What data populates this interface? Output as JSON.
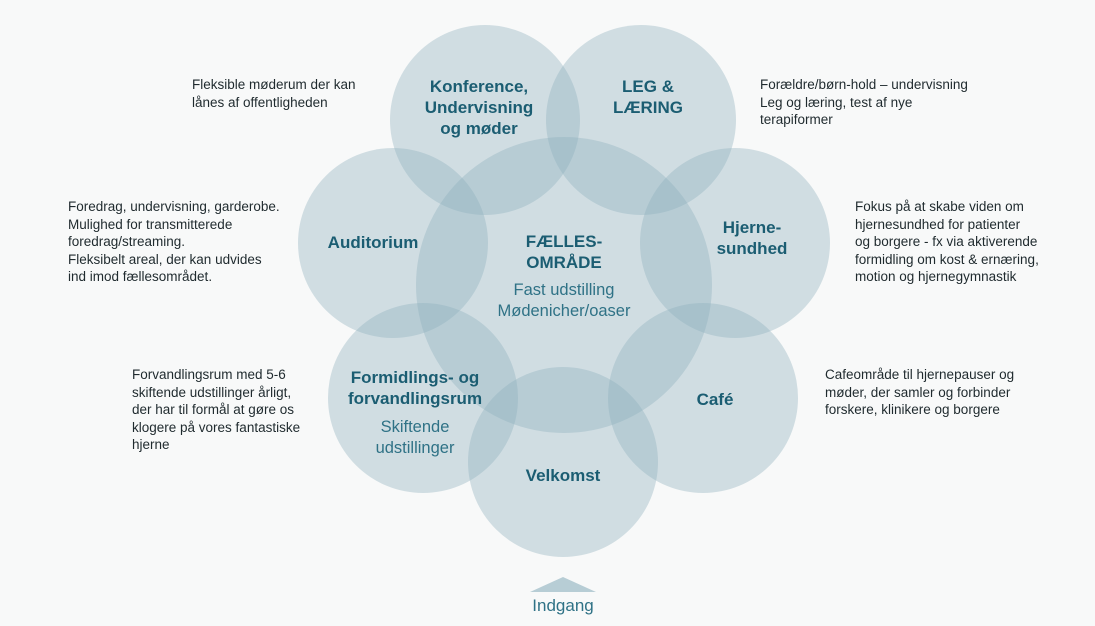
{
  "colors": {
    "circle_fill": "#8fb0bd",
    "label_dark": "#1b5d72",
    "label_light": "#2f7286",
    "note_text": "#1f2a2e"
  },
  "center": {
    "title": "FÆLLES-\nOMRÅDE",
    "subtitle": "Fast udstilling\nMødenicher/oaser"
  },
  "petals": {
    "konference": "Konference,\nUndervisning\nog møder",
    "leg": "LEG &\nLÆRING",
    "hjerne": "Hjerne-\nsundhed",
    "cafe": "Café",
    "velkomst": "Velkomst",
    "formidling": "Formidlings- og\nforvandlingsrum",
    "formidling_sub": "Skiftende\nudstillinger",
    "auditorium": "Auditorium"
  },
  "notes": {
    "konference": "Fleksible møderum der kan\nlånes af offentligheden",
    "leg": "Forældre/børn-hold – undervisning\nLeg og læring, test af nye\nterapiformer",
    "auditorium": "Foredrag, undervisning, garderobe.\nMulighed for transmitterede\nforedrag/streaming.\nFleksibelt areal, der kan udvides\nind imod fællesområdet.",
    "hjerne": "Fokus på at skabe viden om\nhjernesundhed for patienter\nog borgere - fx via aktiverende\nformidling om kost & ernæring,\nmotion og hjernegymnastik",
    "formidling": "Forvandlingsrum med 5-6\nskiftende udstillinger årligt,\nder har til formål at gøre os\nklogere på vores fantastiske\nhjerne",
    "cafe": "Cafeområde til hjernepauser og\nmøder, der samler og forbinder\nforskere, klinikere og borgere"
  },
  "entrance": "Indgang"
}
